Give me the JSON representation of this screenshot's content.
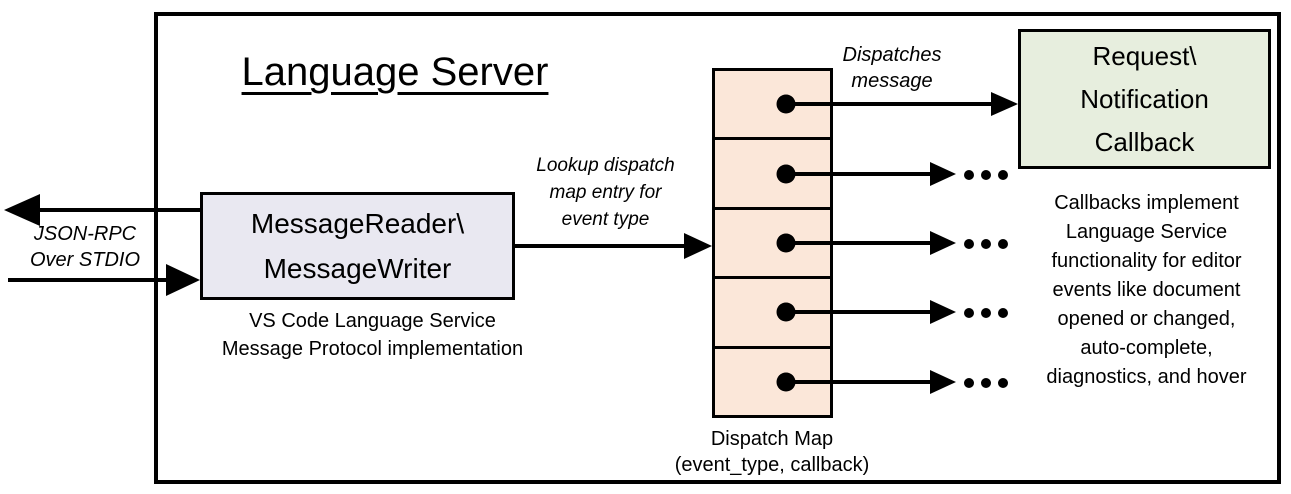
{
  "title": "Language Server",
  "stdio": {
    "line1": "JSON-RPC",
    "line2": "Over STDIO"
  },
  "message_box": {
    "line1": "MessageReader\\",
    "line2": "MessageWriter",
    "caption_line1": "VS Code Language Service",
    "caption_line2": "Message Protocol implementation"
  },
  "lookup_label": {
    "line1": "Lookup dispatch",
    "line2": "map entry for",
    "line3": "event type"
  },
  "dispatches_label": {
    "line1": "Dispatches",
    "line2": "message"
  },
  "callback_box": {
    "line1": "Request\\",
    "line2": "Notification",
    "line3": "Callback"
  },
  "dispatch_map": {
    "caption_line1": "Dispatch Map",
    "caption_line2": "(event_type, callback)",
    "row_count": 5
  },
  "callbacks_note": {
    "lines": [
      "Callbacks implement",
      "Language Service",
      "functionality for editor",
      "events like document",
      "opened or changed,",
      "auto-complete,",
      "diagnostics, and hover"
    ]
  },
  "colors": {
    "message_box_fill": "#E9E8F1",
    "dispatch_map_fill": "#FBE7D9",
    "callback_box_fill": "#E7EEDE",
    "line": "#000000",
    "background": "#FFFFFF"
  }
}
